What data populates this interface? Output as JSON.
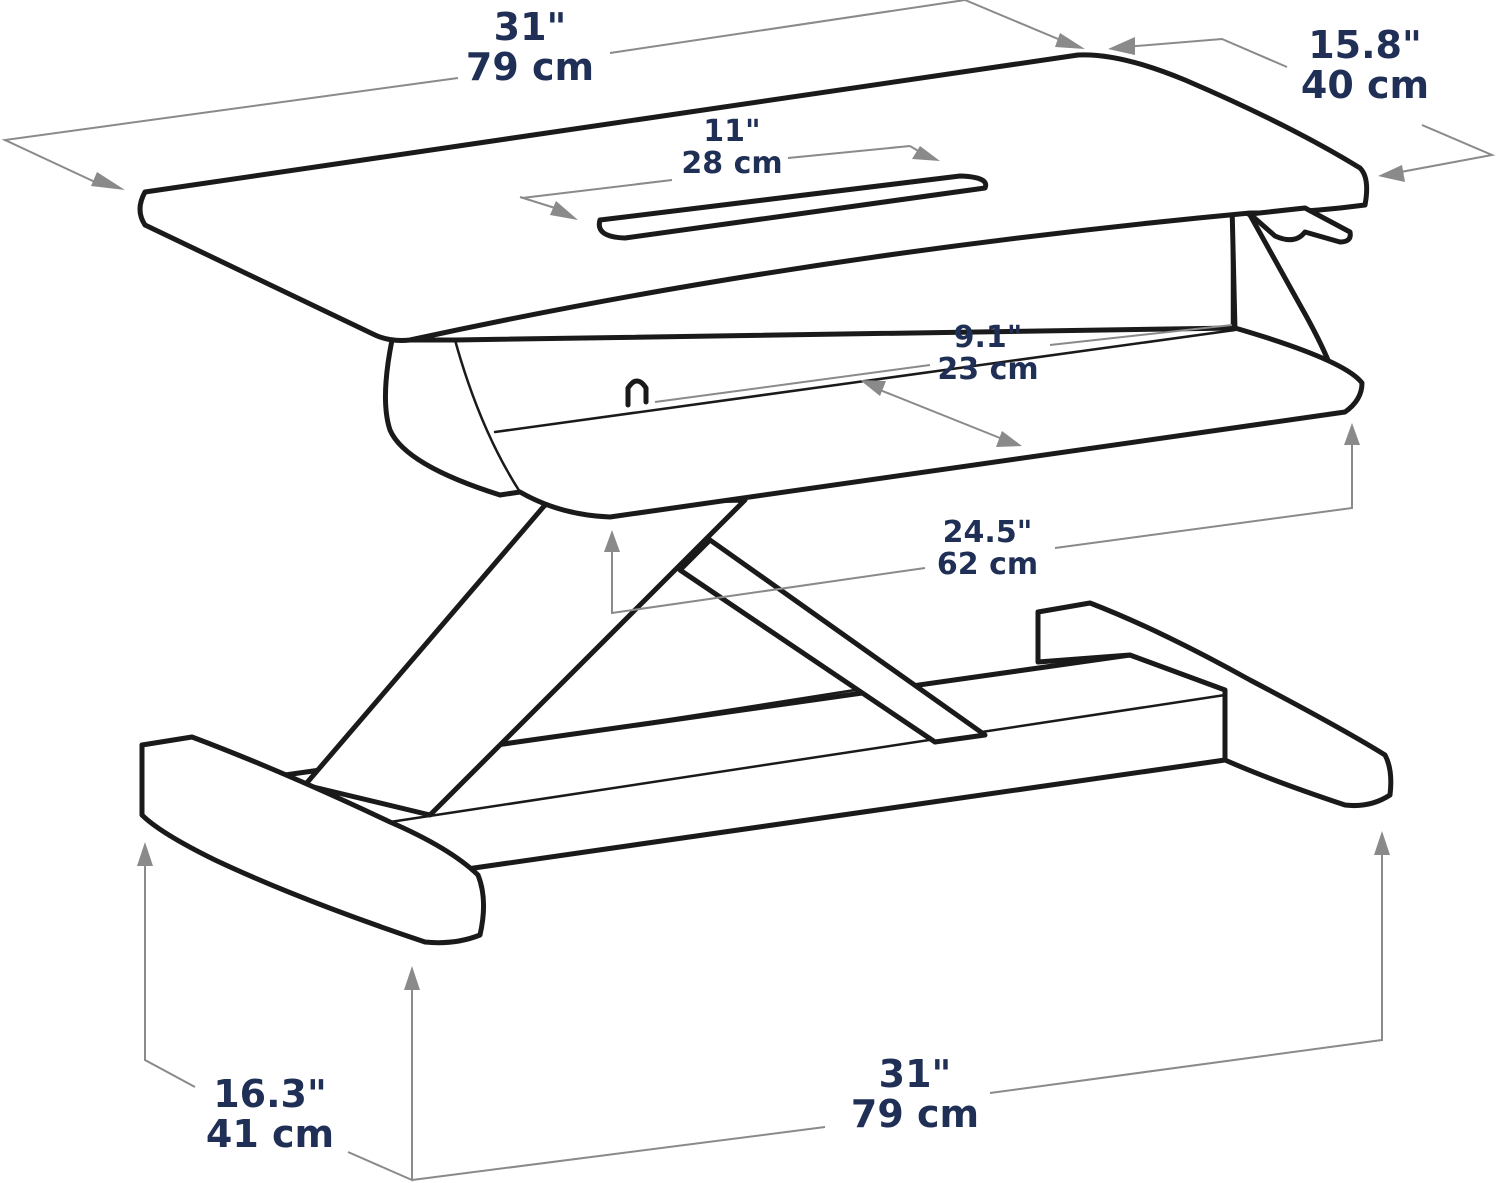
{
  "colors": {
    "line": "#1a1a1a",
    "dimension": "#8a8a8a",
    "label": "#1f2f55"
  },
  "dimensions": {
    "top_width": {
      "imperial": "31\"",
      "metric": "79 cm"
    },
    "top_depth": {
      "imperial": "15.8\"",
      "metric": "40 cm"
    },
    "slot_width": {
      "imperial": "11\"",
      "metric": "28 cm"
    },
    "keyboard_depth": {
      "imperial": "9.1\"",
      "metric": "23 cm"
    },
    "lift_height": {
      "imperial": "24.5\"",
      "metric": "62 cm"
    },
    "base_depth": {
      "imperial": "16.3\"",
      "metric": "41 cm"
    },
    "base_width": {
      "imperial": "31\"",
      "metric": "79 cm"
    }
  }
}
